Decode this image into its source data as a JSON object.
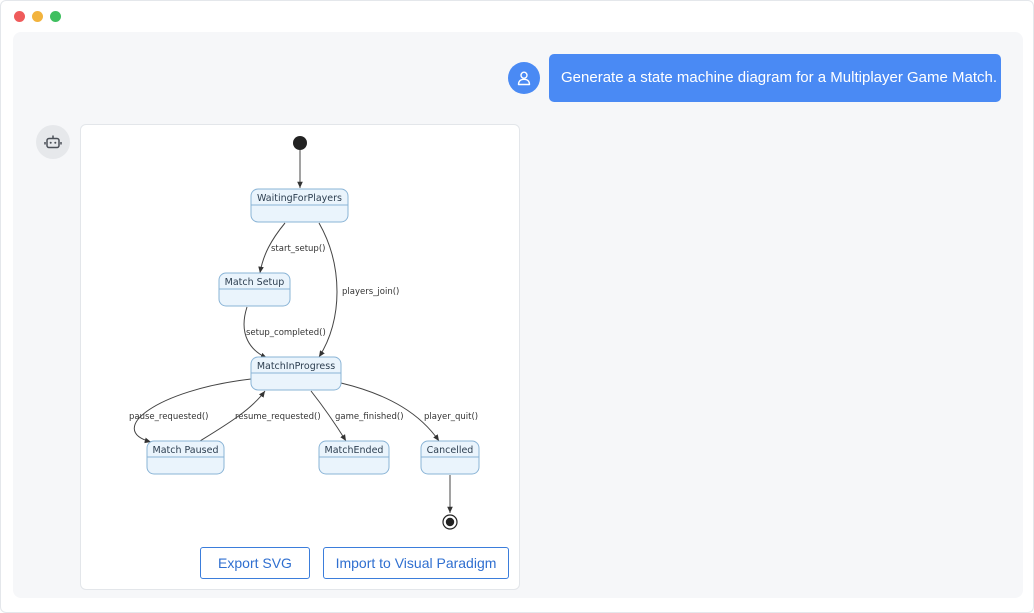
{
  "chat": {
    "user_message": "Generate a state machine diagram for a Multiplayer Game Match."
  },
  "diagram": {
    "states": [
      "WaitingForPlayers",
      "Match Setup",
      "MatchInProgress",
      "Match Paused",
      "MatchEnded",
      "Cancelled"
    ],
    "transitions": [
      {
        "from": "WaitingForPlayers",
        "to": "Match Setup",
        "label": "start_setup()"
      },
      {
        "from": "WaitingForPlayers",
        "to": "MatchInProgress",
        "label": "players_join()"
      },
      {
        "from": "Match Setup",
        "to": "MatchInProgress",
        "label": "setup_completed()"
      },
      {
        "from": "MatchInProgress",
        "to": "Match Paused",
        "label": "pause_requested()"
      },
      {
        "from": "Match Paused",
        "to": "MatchInProgress",
        "label": "resume_requested()"
      },
      {
        "from": "MatchInProgress",
        "to": "MatchEnded",
        "label": "game_finished()"
      },
      {
        "from": "MatchInProgress",
        "to": "Cancelled",
        "label": "player_quit()"
      }
    ]
  },
  "actions": {
    "export_label": "Export SVG",
    "import_label": "Import to Visual Paradigm"
  },
  "colors": {
    "accent": "#4a8af4",
    "state_fill": "#eaf4fc",
    "state_stroke": "#8ab4d6"
  }
}
